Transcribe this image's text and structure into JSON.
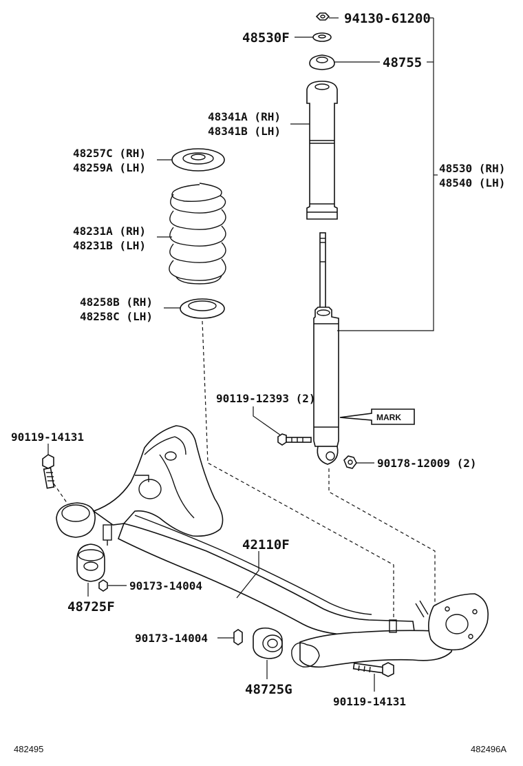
{
  "parts": {
    "nut_top": "94130-61200",
    "washer": "48530F",
    "support": "48755",
    "boot_rh": "48341A (RH)",
    "boot_lh": "48341B (LH)",
    "upper_seat_rh": "48257C (RH)",
    "upper_seat_lh": "48259A (LH)",
    "shock_rh": "48530 (RH)",
    "shock_lh": "48540 (LH)",
    "spring_rh": "48231A (RH)",
    "spring_lh": "48231B (LH)",
    "lower_seat_rh": "48258B (RH)",
    "lower_seat_lh": "48258C (LH)",
    "shock_bolt": "90119-12393 (2)",
    "mark": "MARK",
    "bolt_left": "90119-14131",
    "nut_shock": "90178-12009 (2)",
    "beam": "42110F",
    "nut_left": "90173-14004",
    "bushing_left": "48725F",
    "nut_right": "90173-14004",
    "bushing_right": "48725G",
    "bolt_right": "90119-14131"
  },
  "footer": {
    "left_ref": "482495",
    "right_ref": "482496A"
  }
}
